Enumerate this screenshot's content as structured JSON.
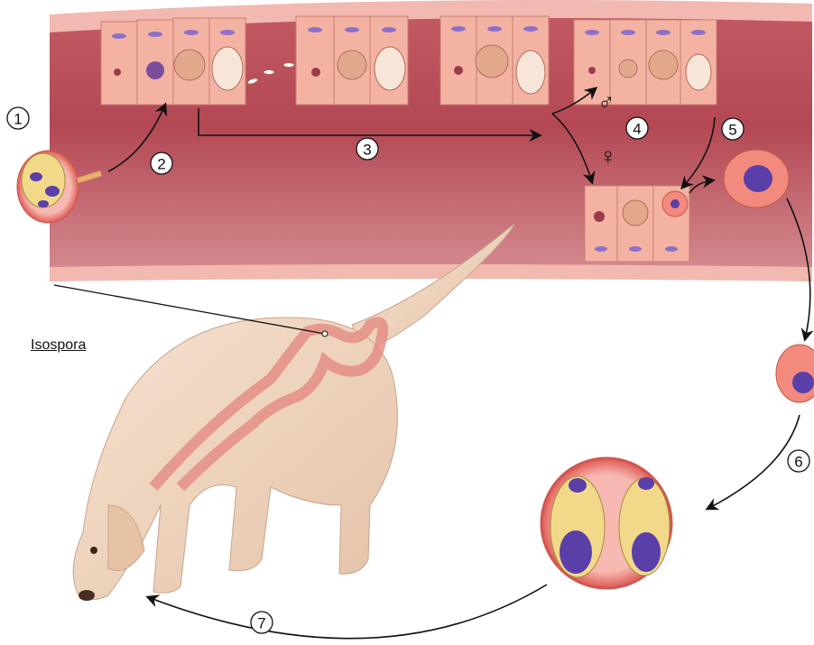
{
  "diagram": {
    "title": "Isospora",
    "step_labels": [
      "1",
      "2",
      "3",
      "4",
      "5",
      "6",
      "7"
    ],
    "male_symbol": "♂",
    "female_symbol": "♀"
  },
  "colors": {
    "intestine_lumen": "#b8505a",
    "intestine_wall": "#f2b9b0",
    "epithelial_cell": "#f4b3a2",
    "nucleus": "#8d6fc9",
    "oocyst_wall": "#e7675e",
    "sporocyst": "#f2d98a",
    "dog_body": "#f1d5bf",
    "gut_overlay": "#e48e86",
    "arrow": "#111111"
  }
}
